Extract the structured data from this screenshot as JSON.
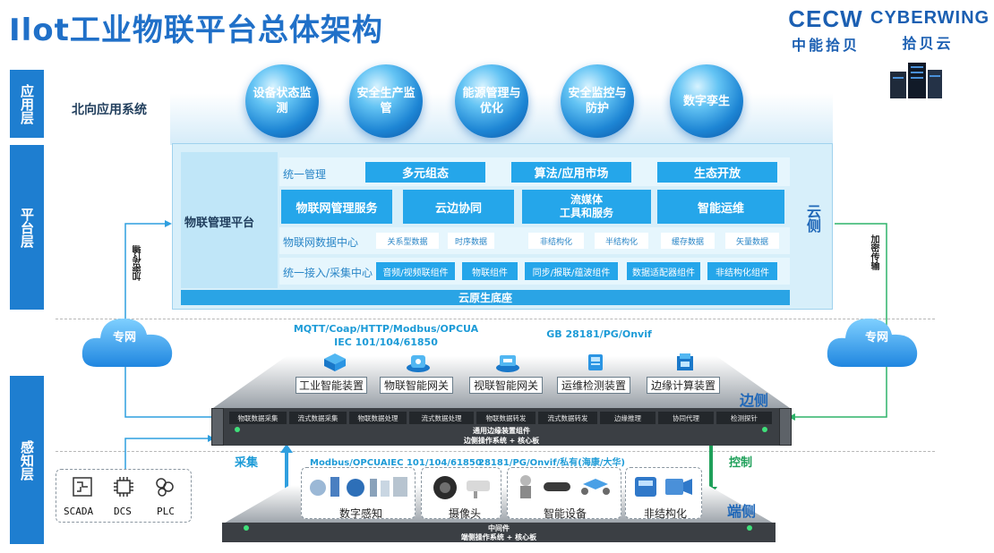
{
  "title": "Ilot工业物联平台总体架构",
  "logo": {
    "en_left": "CECW",
    "cn_left": "中能拾贝",
    "en_right": "CYBERWING",
    "cn_right": "拾贝云"
  },
  "layers": {
    "app": "应用层",
    "platform": "平台层",
    "perception": "感知层"
  },
  "north_label": "北向应用系统",
  "apps": [
    "设备状态监测",
    "安全生产监管",
    "能源管理与优化",
    "安全监控与防护",
    "数字孪生"
  ],
  "platform": {
    "label": "物联管理平台",
    "cloud_side": "云侧",
    "row1_label": "统一管理",
    "row1_items": [
      "多元组态",
      "算法/应用市场",
      "生态开放"
    ],
    "row2_items": [
      "物联网管理服务",
      "云边协同",
      "流媒体",
      "工具和服务",
      "智能运维"
    ],
    "row3_label": "物联网数据中心",
    "row3_items": [
      "关系型数据",
      "时序数据",
      "非结构化",
      "半结构化",
      "缓存数据",
      "矢量数据"
    ],
    "row4_label": "统一接入/采集中心",
    "row4_items": [
      "音频/视频联组件",
      "物联组件",
      "同步/报联/蕴波组件",
      "数据适配器组件",
      "非结构化组件"
    ],
    "base": "云原生底座"
  },
  "clouds": {
    "left": "专网",
    "right": "专网"
  },
  "encrypt": {
    "left": "加密传输",
    "right": "加密传输"
  },
  "protocols": {
    "left_line1": "MQTT/Coap/HTTP/Modbus/OPCUA",
    "left_line2": "IEC 101/104/61850",
    "right": "GB 28181/PG/Onvif"
  },
  "edge_devices": [
    "工业智能装置",
    "物联智能网关",
    "视联智能网关",
    "运维检测装置",
    "边缘计算装置"
  ],
  "edge": {
    "label": "边侧",
    "segments": [
      "物联数据采集",
      "流式数据采集",
      "物联数据处理",
      "流式数据处理",
      "物联数据转发",
      "流式数据转发",
      "边缘推理",
      "协同代理",
      "检测探针"
    ],
    "line1": "通用边缘装置组件",
    "line2": "边侧操作系统 + 核心板"
  },
  "arrows": {
    "collect": "采集",
    "control": "控制"
  },
  "field": {
    "label": "端侧",
    "proto_left": "Modbus/OPCUAIEC 101/104/61850",
    "proto_right": "28181/PG/Onvif/私有(海康/大华)",
    "groups": [
      "数字感知",
      "摄像头",
      "智能设备",
      "非结构化"
    ],
    "line1": "中间件",
    "line2": "端侧操作系统 + 核心板"
  },
  "plc": [
    "SCADA",
    "DCS",
    "PLC"
  ]
}
